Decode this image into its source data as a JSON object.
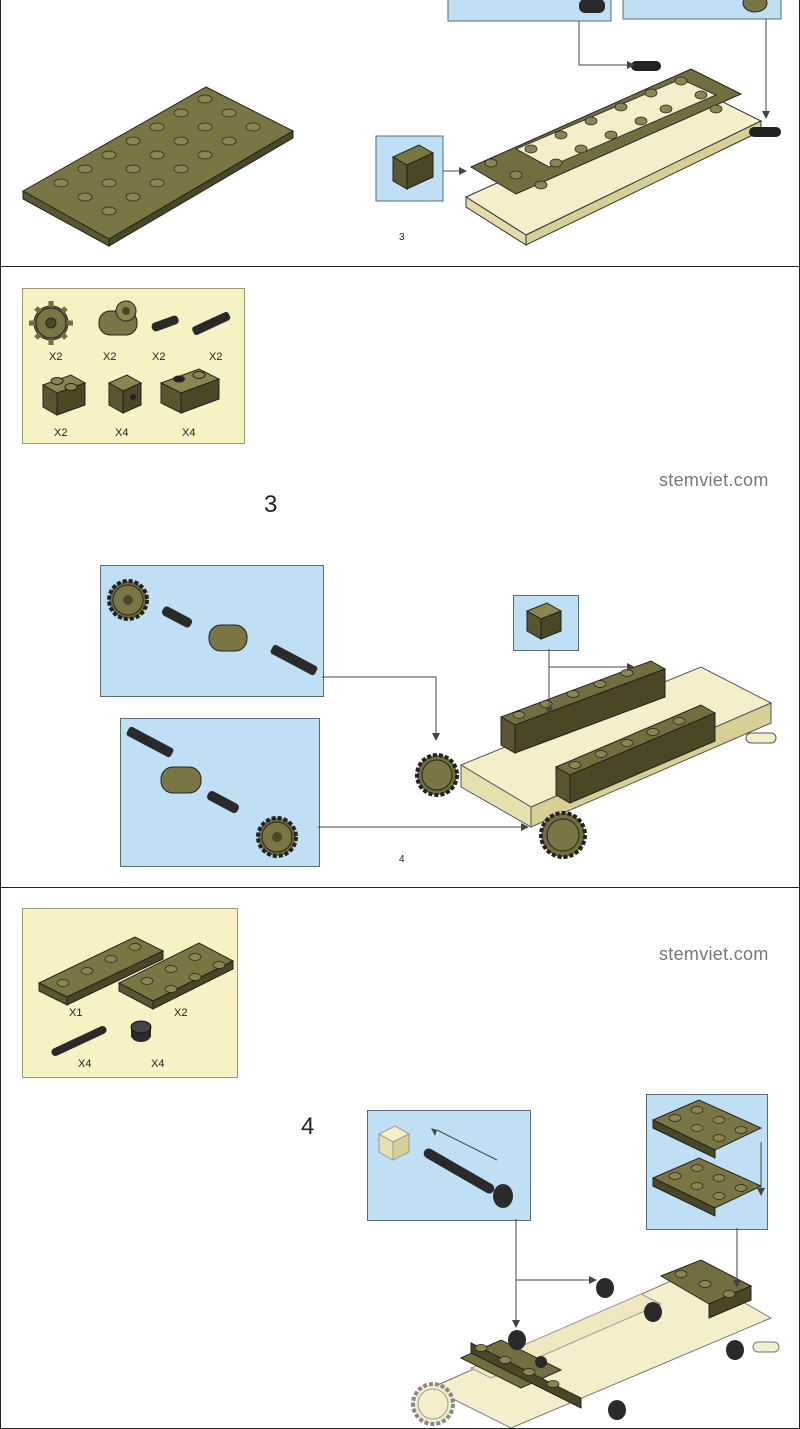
{
  "panel1": {
    "page_number": "3"
  },
  "panel2": {
    "parts": [
      {
        "name": "gear",
        "qty": "X2"
      },
      {
        "name": "cam-connector",
        "qty": "X2"
      },
      {
        "name": "pin-connector",
        "qty": "X2"
      },
      {
        "name": "axle",
        "qty": "X2"
      },
      {
        "name": "brick-1x2",
        "qty": "X2"
      },
      {
        "name": "brick-with-clip",
        "qty": "X4"
      },
      {
        "name": "technic-brick",
        "qty": "X4"
      }
    ],
    "watermark": "stemviet.com",
    "step_number": "3",
    "page_number": "4"
  },
  "panel3": {
    "parts": [
      {
        "name": "plate-2x4",
        "qty": "X1"
      },
      {
        "name": "plate-2x3",
        "qty": "X2"
      },
      {
        "name": "axle-long",
        "qty": "X4"
      },
      {
        "name": "bush",
        "qty": "X4"
      }
    ],
    "watermark": "stemviet.com",
    "step_number": "4"
  },
  "colors": {
    "olive": "#726e3f",
    "olive_dark": "#4a4725",
    "cream": "#f4eecb",
    "callout_blue": "#bfe0f4",
    "parts_yellow": "#f7f2c4"
  }
}
